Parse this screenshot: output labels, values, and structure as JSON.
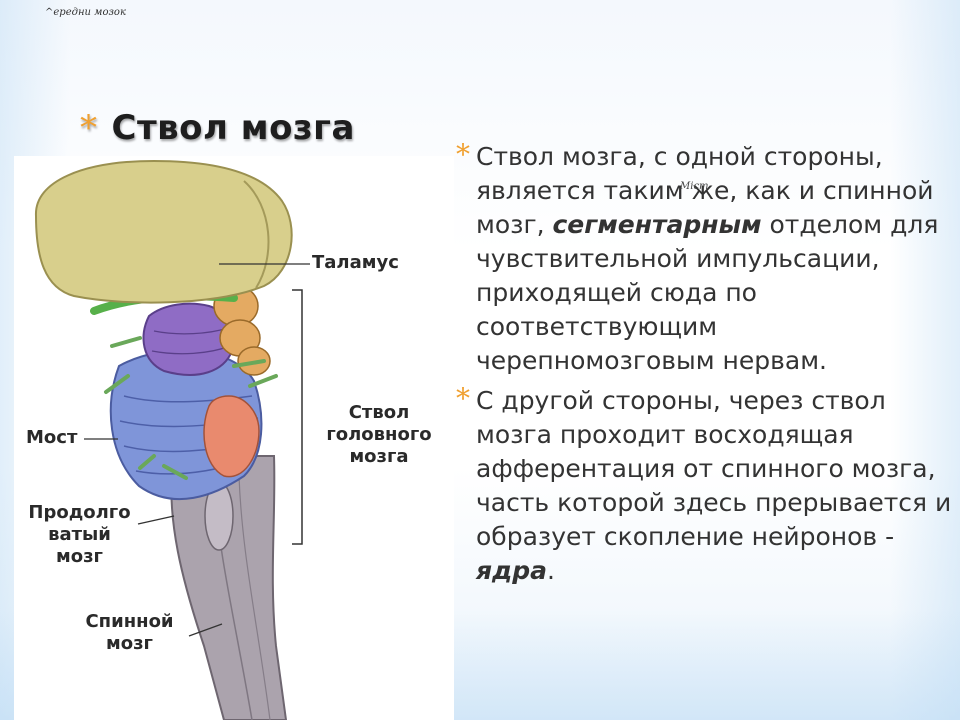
{
  "header_note": "^ередни мозок",
  "title": {
    "bullet": "*",
    "text": "Ствол мозга"
  },
  "figure": {
    "labels": {
      "thalamus": "Таламус",
      "brainstem_line1": "Ствол",
      "brainstem_line2": "головного",
      "brainstem_line3": "мозга",
      "pons": "Мост",
      "medulla_line1": "Продолго",
      "medulla_line2": "ватый",
      "medulla_line3": "мозг",
      "spinal_line1": "Спинной",
      "spinal_line2": "мозг"
    },
    "overlay_note": "Міст"
  },
  "bullets": [
    {
      "marker": "*",
      "text_before": "Ствол мозга, с одной стороны, является таким же, как и спинной мозг, ",
      "emphasis": "сегментарным",
      "text_after": " отделом для чувствительной импульсации, приходящей сюда по соответствующим черепномозговым нервам."
    },
    {
      "marker": "*",
      "text_before": "С другой стороны, через ствол мозга проходит восходящая афферентация от спинного мозга, часть которой здесь прерывается и образует скопление нейронов - ",
      "emphasis": "ядра",
      "text_after": "."
    }
  ]
}
